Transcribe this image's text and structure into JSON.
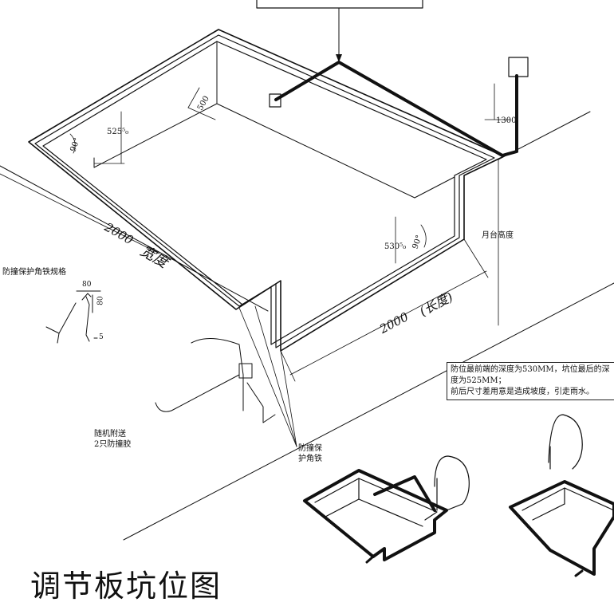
{
  "labels": {
    "dim_top_500": "500",
    "dim_depth_left": "525⁵₀",
    "dim_depth_right": "530⁵₀",
    "angle_left": "90°",
    "angle_right": "90°",
    "dim_height_1300": "1300",
    "platform_height": "月台高度",
    "width_2000": "2000",
    "width_handwritten": "宽度",
    "length_2000": "2000",
    "length_handwritten": "(长度)",
    "guard_angle_spec_title": "防撞保护角铁规格",
    "spec_80_top": "80",
    "spec_80_side": "80",
    "spec_5": "5",
    "bumper_note_line1": "随机附送",
    "bumper_note_line2": "2只防撞胶",
    "guard_angle_label_line1": "防撞保",
    "guard_angle_label_line2": "护角铁"
  },
  "note": {
    "line1": "防位最前端的深度为530MM，坑位最后的深",
    "line2": "度为525MM；",
    "line3": "前后尺寸差用意是造成坡度，引走雨水。"
  },
  "title": "调节板坑位图"
}
